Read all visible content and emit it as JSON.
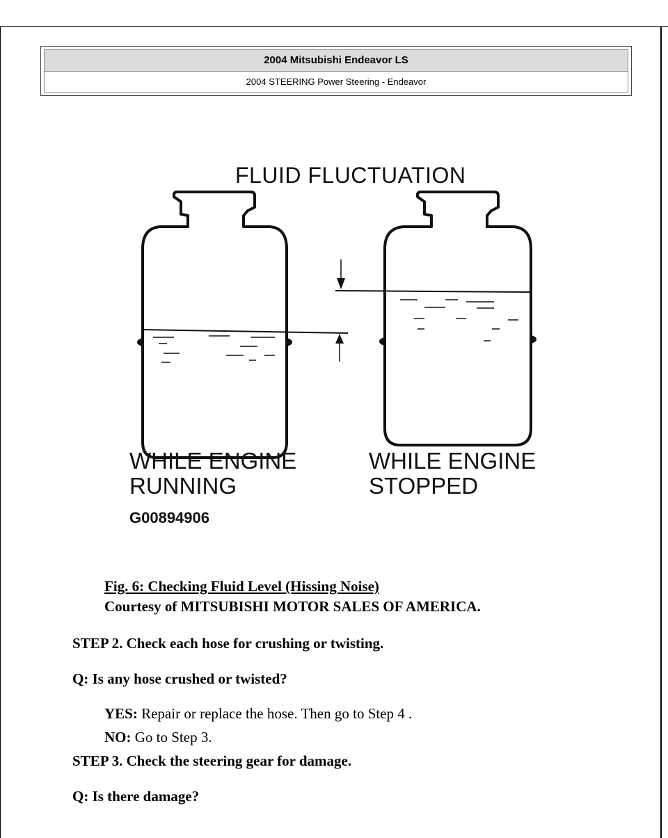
{
  "header": {
    "vehicle": "2004 Mitsubishi Endeavor LS",
    "section": "2004 STEERING Power Steering - Endeavor"
  },
  "figure": {
    "title": "FLUID FLUCTUATION",
    "left_label_line1": "WHILE ENGINE",
    "left_label_line2": "RUNNING",
    "right_label_line1": "WHILE ENGINE",
    "right_label_line2": "STOPPED",
    "figure_id": "G00894906"
  },
  "caption": {
    "title": "Fig. 6: Checking Fluid Level (Hissing Noise)",
    "courtesy": "Courtesy of MITSUBISHI MOTOR SALES OF AMERICA."
  },
  "steps": {
    "step2": "STEP 2. Check each hose for crushing or twisting.",
    "q2": "Q: Is any hose crushed or twisted?",
    "yes_label": "YES:",
    "yes_text": " Repair or replace the hose. Then go to Step 4 .",
    "no_label": "NO:",
    "no_text": " Go to Step 3.",
    "step3": "STEP 3. Check the steering gear for damage.",
    "q3": "Q: Is there damage?"
  }
}
